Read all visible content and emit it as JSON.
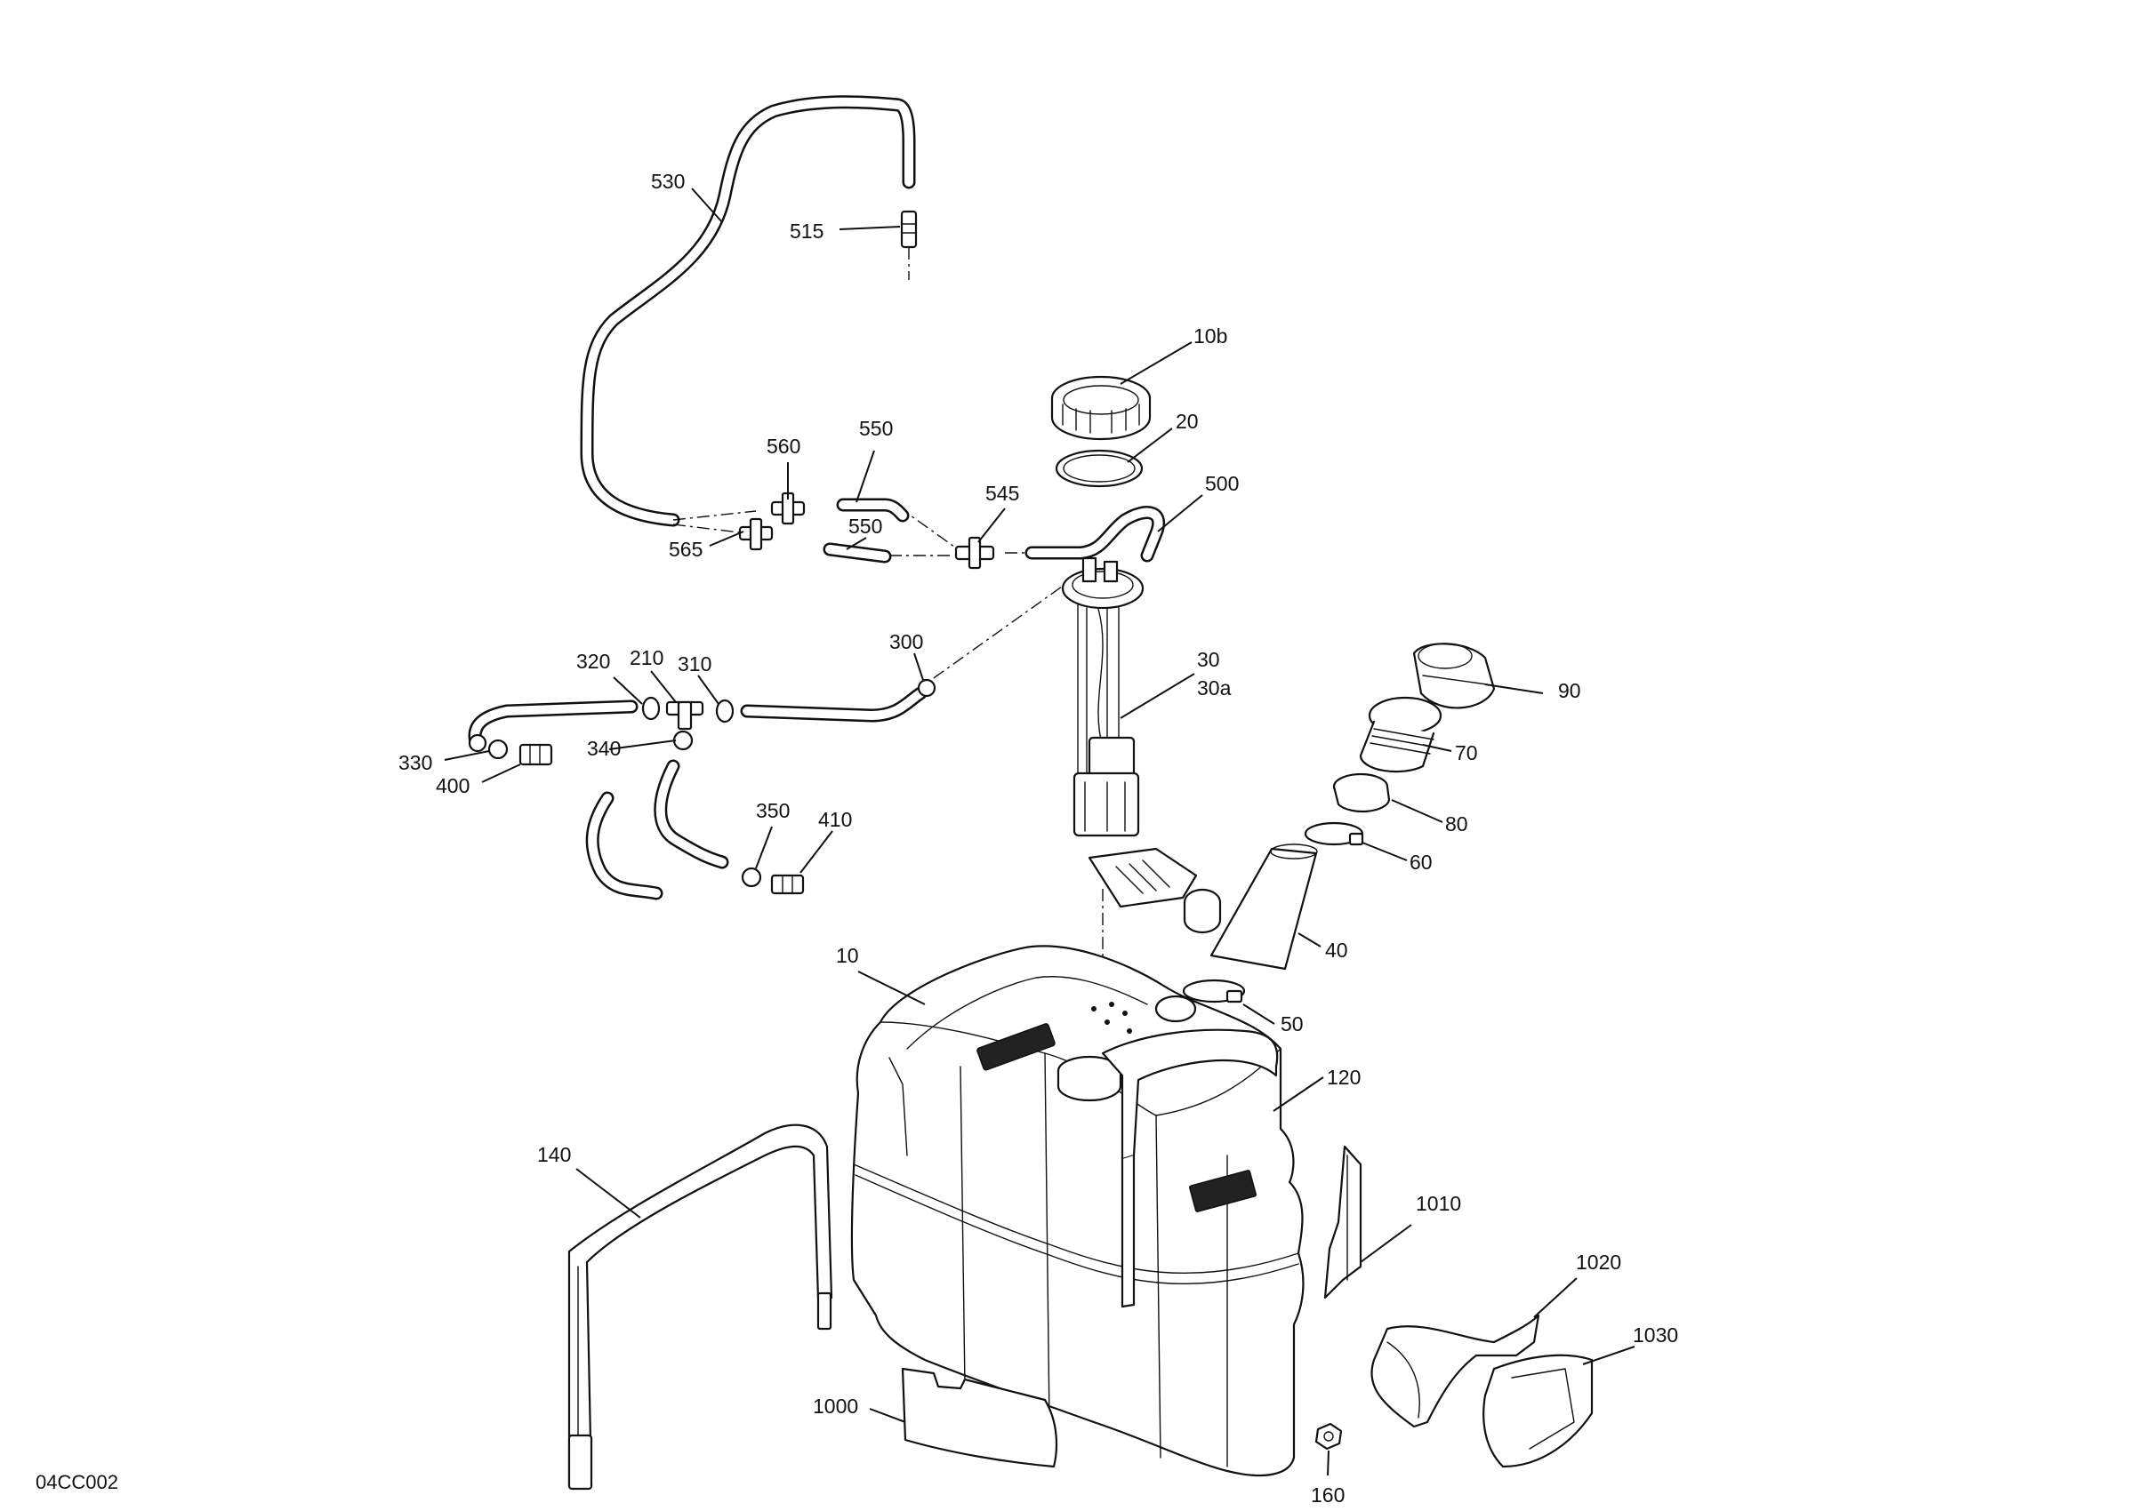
{
  "drawing_ref": "04CC002",
  "callouts": [
    {
      "id": "c530",
      "label": "530"
    },
    {
      "id": "c515",
      "label": "515"
    },
    {
      "id": "c10b",
      "label": "10b"
    },
    {
      "id": "c20",
      "label": "20"
    },
    {
      "id": "c500",
      "label": "500"
    },
    {
      "id": "c560",
      "label": "560"
    },
    {
      "id": "c550a",
      "label": "550"
    },
    {
      "id": "c545",
      "label": "545"
    },
    {
      "id": "c550b",
      "label": "550"
    },
    {
      "id": "c565",
      "label": "565"
    },
    {
      "id": "c300",
      "label": "300"
    },
    {
      "id": "c30",
      "label": "30"
    },
    {
      "id": "c30a",
      "label": "30a"
    },
    {
      "id": "c320",
      "label": "320"
    },
    {
      "id": "c210",
      "label": "210"
    },
    {
      "id": "c310",
      "label": "310"
    },
    {
      "id": "c330",
      "label": "330"
    },
    {
      "id": "c340",
      "label": "340"
    },
    {
      "id": "c400",
      "label": "400"
    },
    {
      "id": "c350",
      "label": "350"
    },
    {
      "id": "c410",
      "label": "410"
    },
    {
      "id": "c90",
      "label": "90"
    },
    {
      "id": "c70",
      "label": "70"
    },
    {
      "id": "c80",
      "label": "80"
    },
    {
      "id": "c60",
      "label": "60"
    },
    {
      "id": "c40",
      "label": "40"
    },
    {
      "id": "c10",
      "label": "10"
    },
    {
      "id": "c50",
      "label": "50"
    },
    {
      "id": "c120",
      "label": "120"
    },
    {
      "id": "c140",
      "label": "140"
    },
    {
      "id": "c1010",
      "label": "1010"
    },
    {
      "id": "c1020",
      "label": "1020"
    },
    {
      "id": "c1030",
      "label": "1030"
    },
    {
      "id": "c1000",
      "label": "1000"
    },
    {
      "id": "c160",
      "label": "160"
    }
  ]
}
